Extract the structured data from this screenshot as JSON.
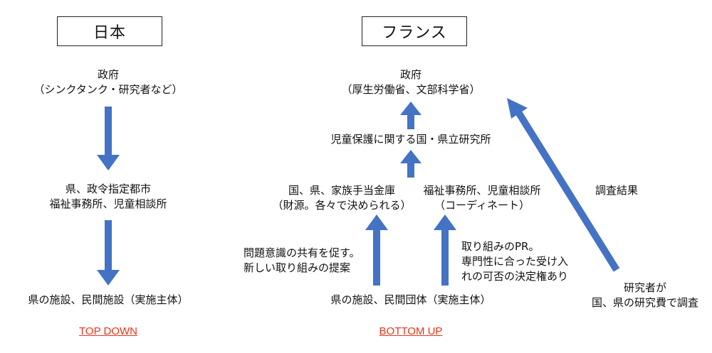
{
  "japan": {
    "header": "日本",
    "gov": {
      "line1": "政府",
      "line2": "（シンクタンク・研究者など）"
    },
    "pref": {
      "line1": "県、政令指定都市",
      "line2": "福祉事務所、児童相談所"
    },
    "facility": "県の施設、民間施設（実施主体）",
    "caption": "TOP DOWN"
  },
  "france": {
    "header": "フランス",
    "gov": {
      "line1": "政府",
      "line2": "（厚生労働省、文部科学省）"
    },
    "institute": "児童保護に関する国・県立研究所",
    "funds": {
      "line1": "国、県、家族手当金庫",
      "line2": "（財源。各々で決められる）"
    },
    "welfare": {
      "line1": "福祉事務所、児童相談所",
      "line2": "（コーディネート）"
    },
    "facility": "県の施設、民間団体（実施主体）",
    "left_note": {
      "line1": "問題意識の共有を促す。",
      "line2": "新しい取り組みの提案"
    },
    "right_note": {
      "line1": "取り組みのPR。",
      "line2": "専門性に合った受け入",
      "line3": "れの可否の決定権あり"
    },
    "research_result": "調査結果",
    "researcher": {
      "line1": "研究者が",
      "line2": "国、県の研究費で調査"
    },
    "caption": "BOTTOM UP"
  },
  "colors": {
    "arrow": "#4472c4",
    "caption": "#e8341c"
  }
}
